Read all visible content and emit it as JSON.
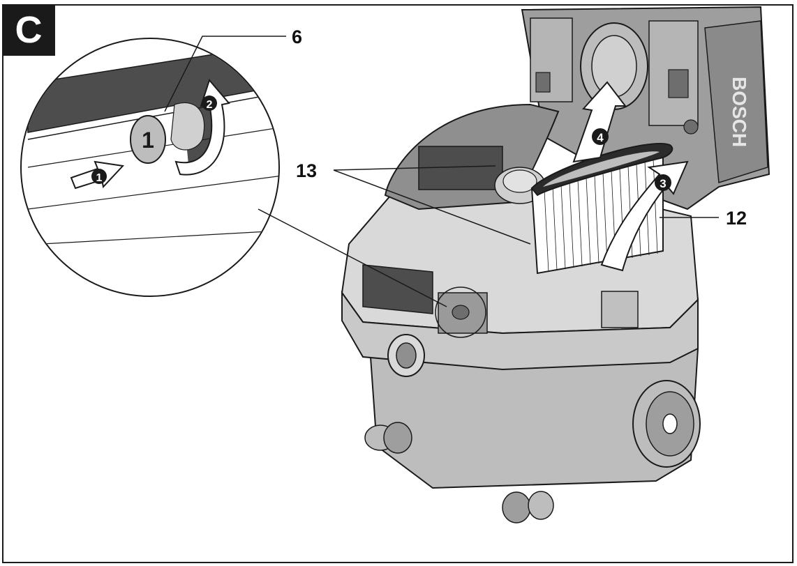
{
  "figure": {
    "panel_letter": "C",
    "brand_text": "BOSCH",
    "callouts": {
      "part_6": "6",
      "part_13": "13",
      "part_12": "12"
    },
    "step_markers": {
      "step1": "1",
      "step2": "2",
      "step3": "3",
      "step4": "4",
      "detail_button": "1"
    }
  },
  "colors": {
    "line": "#1a1a1a",
    "body_light": "#d9d9d9",
    "body_mid": "#bdbdbd",
    "body_dark": "#8f8f8f",
    "lid": "#9e9e9e",
    "dark_panel": "#4d4d4d"
  }
}
